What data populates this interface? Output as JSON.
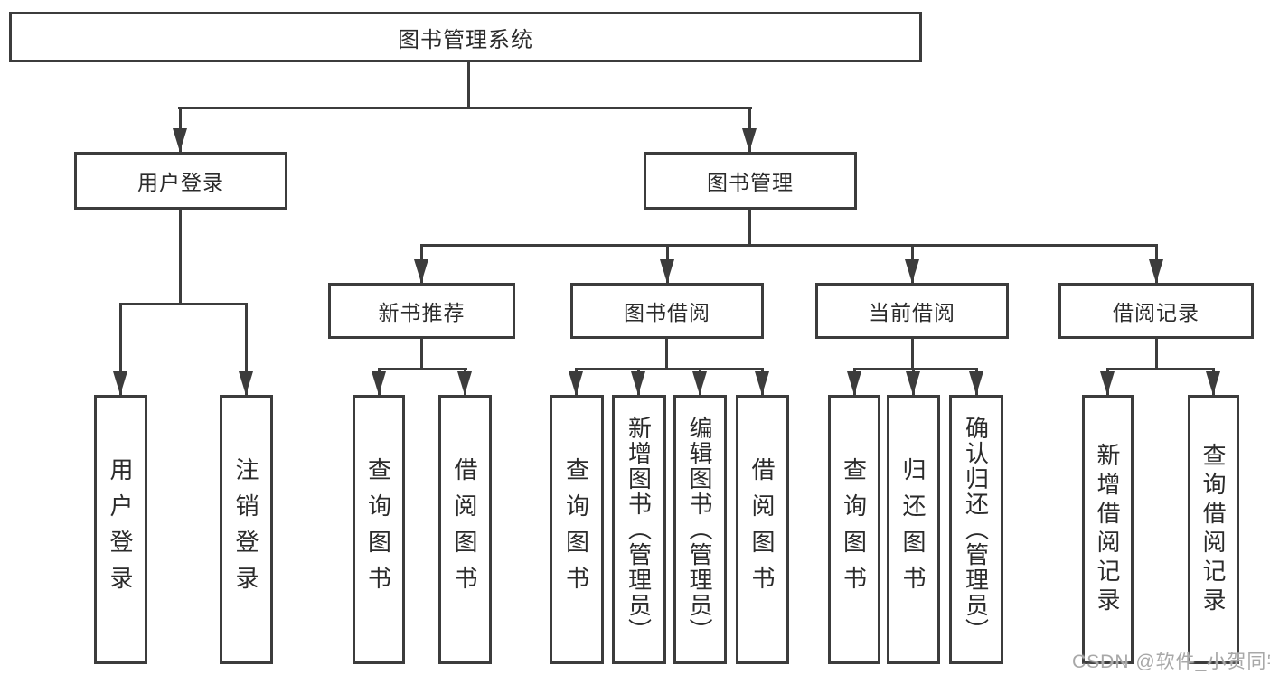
{
  "colors": {
    "line": "#3c3c3c",
    "text": "#2b2b2b",
    "watermark": "#a8a8a8"
  },
  "diagram": {
    "title": "图书管理系统",
    "level2": {
      "user_login": "用户登录",
      "book_mgmt": "图书管理"
    },
    "level3": {
      "new_book_rec": "新书推荐",
      "book_borrow": "图书借阅",
      "current_borrow": "当前借阅",
      "borrow_records": "借阅记录"
    },
    "leaves": {
      "user_login": "用户登录",
      "logout": "注销登录",
      "nbr_query": "查询图书",
      "nbr_borrow": "借阅图书",
      "bb_query": "查询图书",
      "bb_add": "新增图书（管理员）",
      "bb_edit": "编辑图书（管理员）",
      "bb_borrow": "借阅图书",
      "cb_query": "查询图书",
      "cb_return": "归还图书",
      "cb_confirm": "确认归还（管理员）",
      "br_add": "新增借阅记录",
      "br_query": "查询借阅记录"
    }
  },
  "watermark": "CSDN @软件_小贺同学"
}
